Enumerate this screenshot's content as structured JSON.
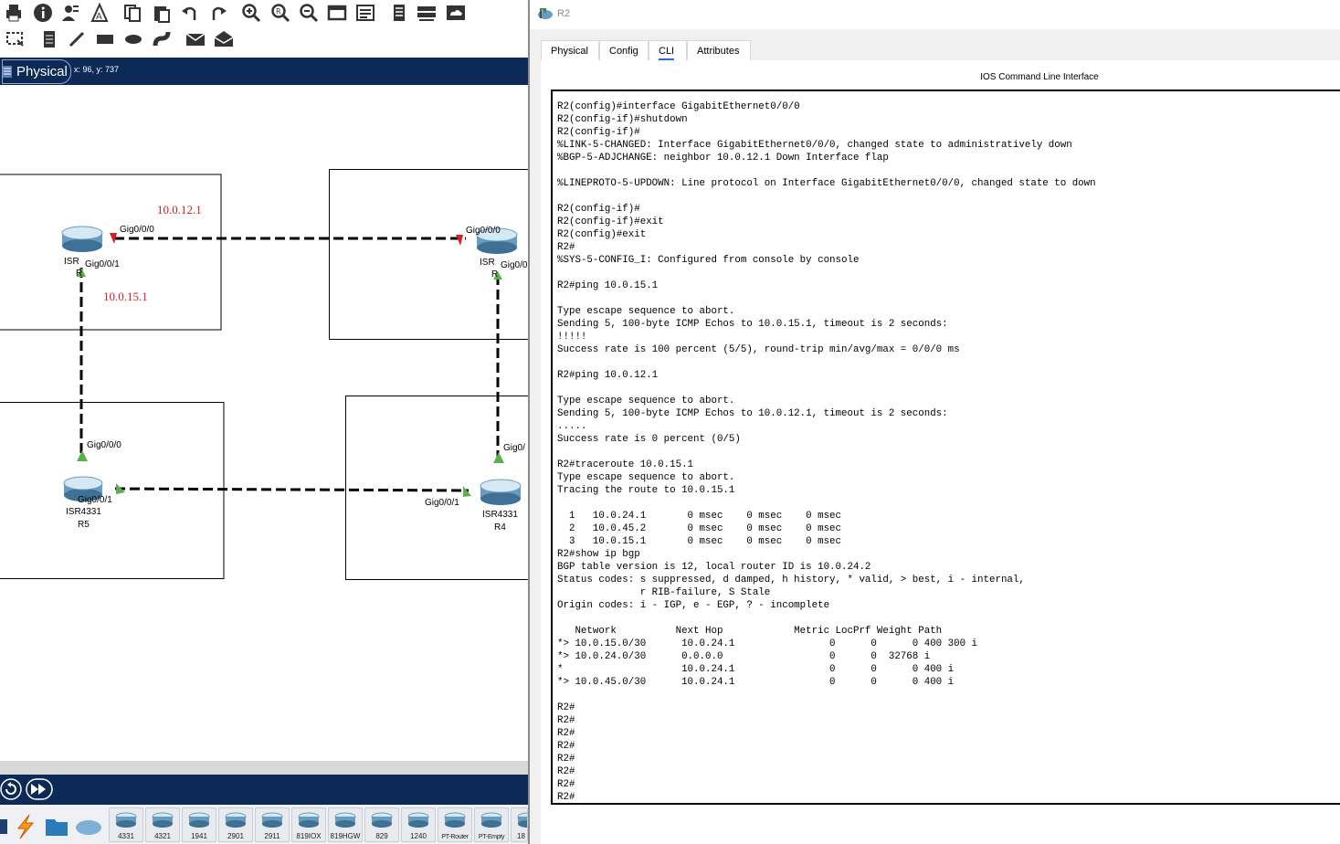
{
  "workspace": {
    "mode_label": "Physical",
    "coords": "x: 96, y: 737"
  },
  "topology": {
    "routers": [
      {
        "type_label": "ISR",
        "name_label": "R"
      },
      {
        "type_label": "ISR",
        "name_label": "R"
      },
      {
        "type_label": "ISR4331",
        "name_label": "R5"
      },
      {
        "type_label": "ISR4331",
        "name_label": "R4"
      }
    ],
    "interfaces": {
      "r1_g000": "Gig0/0/0",
      "r1_g001": "Gig0/0/1",
      "r2_g000": "Gig0/0/0",
      "r2_g001": "Gig0/0",
      "r5_g000": "Gig0/0/0",
      "r5_g001": "Gig0/0/1",
      "r4_g001": "Gig0/0/1",
      "r4_g000": "Gig0/"
    },
    "ip_labels": {
      "link_r1_r2": "10.0.12.1",
      "link_r1_r5": "10.0.15.1"
    },
    "colors": {
      "ip_label": "#d42020",
      "link_up": "#5cb04a",
      "link_down": "#d42020"
    }
  },
  "device_bar": {
    "models": [
      "4331",
      "4321",
      "1941",
      "2901",
      "2911",
      "819IOX",
      "819HGW",
      "829",
      "1240",
      "PT-Router",
      "PT-Empty",
      "18"
    ]
  },
  "window": {
    "title": "R2",
    "tabs": [
      "Physical",
      "Config",
      "CLI",
      "Attributes"
    ],
    "active_tab": "CLI",
    "cli_heading": "IOS Command Line Interface"
  },
  "cli": {
    "lines": [
      "R2(config)#interface GigabitEthernet0/0/0",
      "R2(config-if)#shutdown",
      "R2(config-if)#",
      "%LINK-5-CHANGED: Interface GigabitEthernet0/0/0, changed state to administratively down",
      "%BGP-5-ADJCHANGE: neighbor 10.0.12.1 Down Interface flap",
      "",
      "%LINEPROTO-5-UPDOWN: Line protocol on Interface GigabitEthernet0/0/0, changed state to down",
      "",
      "R2(config-if)#",
      "R2(config-if)#exit",
      "R2(config)#exit",
      "R2#",
      "%SYS-5-CONFIG_I: Configured from console by console",
      "",
      "R2#ping 10.0.15.1",
      "",
      "Type escape sequence to abort.",
      "Sending 5, 100-byte ICMP Echos to 10.0.15.1, timeout is 2 seconds:",
      "!!!!!",
      "Success rate is 100 percent (5/5), round-trip min/avg/max = 0/0/0 ms",
      "",
      "R2#ping 10.0.12.1",
      "",
      "Type escape sequence to abort.",
      "Sending 5, 100-byte ICMP Echos to 10.0.12.1, timeout is 2 seconds:",
      ".....",
      "Success rate is 0 percent (0/5)",
      "",
      "R2#traceroute 10.0.15.1",
      "Type escape sequence to abort.",
      "Tracing the route to 10.0.15.1",
      "",
      "  1   10.0.24.1       0 msec    0 msec    0 msec",
      "  2   10.0.45.2       0 msec    0 msec    0 msec",
      "  3   10.0.15.1       0 msec    0 msec    0 msec",
      "R2#show ip bgp",
      "BGP table version is 12, local router ID is 10.0.24.2",
      "Status codes: s suppressed, d damped, h history, * valid, > best, i - internal,",
      "              r RIB-failure, S Stale",
      "Origin codes: i - IGP, e - EGP, ? - incomplete",
      "",
      "   Network          Next Hop            Metric LocPrf Weight Path",
      "*> 10.0.15.0/30      10.0.24.1                0      0      0 400 300 i",
      "*> 10.0.24.0/30      0.0.0.0                  0      0  32768 i",
      "*                    10.0.24.1                0      0      0 400 i",
      "*> 10.0.45.0/30      10.0.24.1                0      0      0 400 i",
      "",
      "R2#",
      "R2#",
      "R2#",
      "R2#",
      "R2#",
      "R2#",
      "R2#",
      "R2#"
    ]
  }
}
